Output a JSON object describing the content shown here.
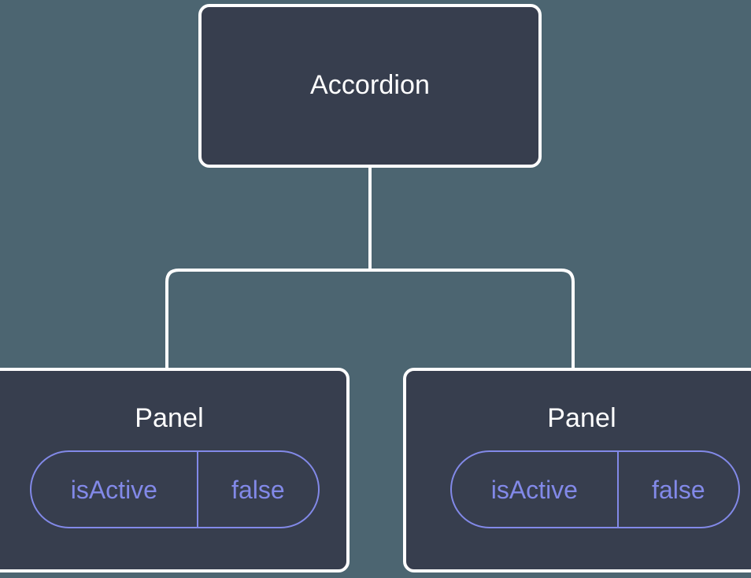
{
  "diagram": {
    "type": "component-tree",
    "background_color": "#4c6571",
    "node_fill_color": "#373e4e",
    "node_border_color": "#ffffff",
    "edge_color": "#ffffff",
    "pill_color": "#8289e8",
    "title_color": "#ffffff"
  },
  "root": {
    "label": "Accordion"
  },
  "children": [
    {
      "label": "Panel",
      "state": {
        "key": "isActive",
        "value": "false"
      }
    },
    {
      "label": "Panel",
      "state": {
        "key": "isActive",
        "value": "false"
      }
    }
  ],
  "edges": {
    "trunk_name": "root-to-branch-trunk",
    "branch_name": "branch-bar",
    "left_drop_name": "edge-to-panel-left",
    "right_drop_name": "edge-to-panel-right"
  }
}
